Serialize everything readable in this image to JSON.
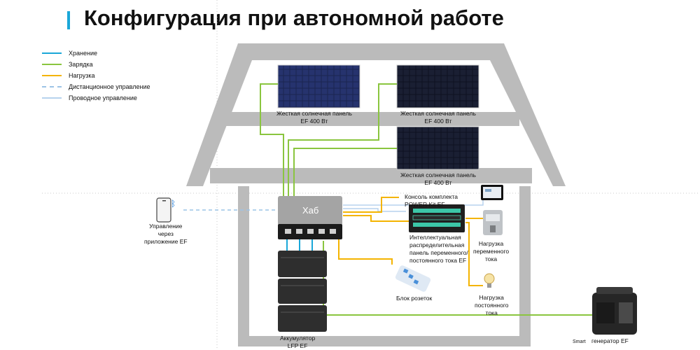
{
  "title": "Конфигурация при автономной работе",
  "legend": [
    {
      "label": "Хранение",
      "color": "#1aa7d8",
      "style": "solid"
    },
    {
      "label": "Зарядка",
      "color": "#8ac53f",
      "style": "solid"
    },
    {
      "label": "Нагрузка",
      "color": "#f4b400",
      "style": "solid"
    },
    {
      "label": "Дистанционное управление",
      "color": "#9cc3e6",
      "style": "dashed"
    },
    {
      "label": "Проводное управление",
      "color": "#b7d2ee",
      "style": "solid"
    }
  ],
  "panels": [
    {
      "line1": "Жесткая солнечная панель",
      "line2": "EF 400 Вт"
    },
    {
      "line1": "Жесткая солнечная панель",
      "line2": "EF 400 Вт"
    },
    {
      "line1": "Жесткая солнечная панель",
      "line2": "EF 400 Вт"
    }
  ],
  "app_control": {
    "line1": "Управление",
    "line2": "через",
    "line3": "приложение EF"
  },
  "hub": {
    "label": "Хаб"
  },
  "console": {
    "line1": "Консоль комплекта",
    "line2": "POWER Kit  EF"
  },
  "distribution_panel": {
    "line1": "Интеллектуальная",
    "line2": "распределительная",
    "line3": "панель переменного/",
    "line4": "постоянного тока EF"
  },
  "ac_load": {
    "line1": "Нагрузка",
    "line2": "переменного",
    "line3": "тока"
  },
  "dc_load": {
    "line1": "Нагрузка",
    "line2": "постоянного",
    "line3": "тока"
  },
  "power_strip": {
    "label": "Блок розеток"
  },
  "battery": {
    "line1": "Аккумулятор",
    "line2": "LFP EF"
  },
  "generator": {
    "prefix": "Smart",
    "label": "генератор EF"
  }
}
